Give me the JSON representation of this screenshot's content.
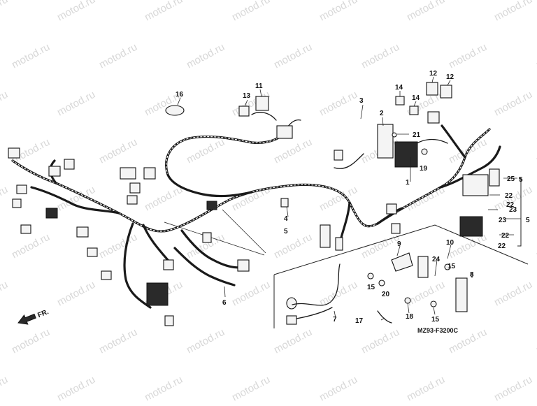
{
  "watermark": "motod.ru",
  "diagram_code": "MZ93-F3200C",
  "direction_label": "FR.",
  "callouts": {
    "c1": "1",
    "c2": "2",
    "c3": "3",
    "c4": "4",
    "c5a": "5",
    "c5b": "5",
    "c5c": "5",
    "c6": "6",
    "c7": "7",
    "c8": "8",
    "c9": "9",
    "c10": "10",
    "c11": "11",
    "c12a": "12",
    "c12b": "12",
    "c13": "13",
    "c14a": "14",
    "c14b": "14",
    "c15a": "15",
    "c15b": "15",
    "c15c": "15",
    "c16": "16",
    "c17": "17",
    "c18": "18",
    "c19": "19",
    "c20": "20",
    "c21": "21",
    "c22a": "22",
    "c22b": "22",
    "c22c": "22",
    "c22d": "22",
    "c23a": "23",
    "c23b": "23",
    "c24": "24",
    "c25": "25"
  }
}
